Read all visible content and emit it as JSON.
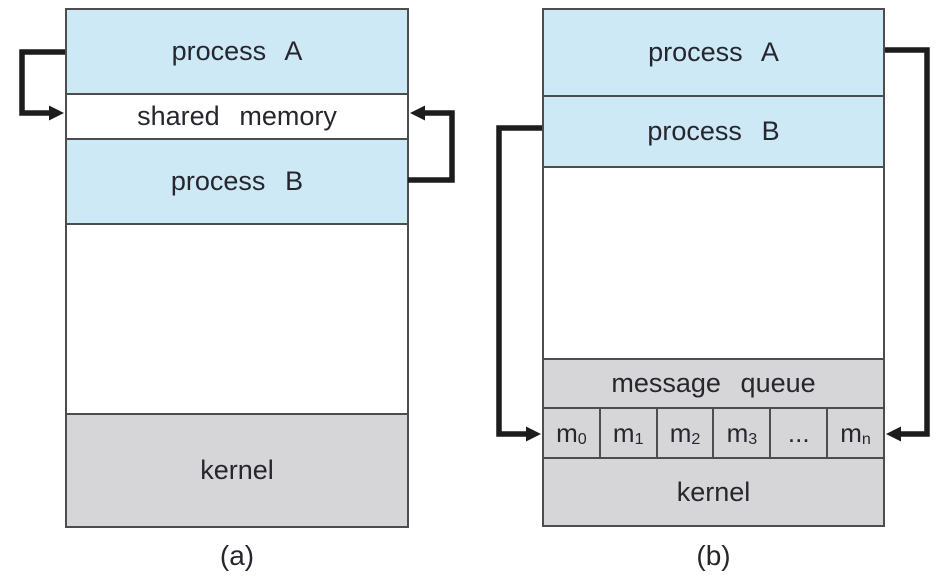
{
  "figure": {
    "panel_a": {
      "bands": {
        "process_a": "process A",
        "shared_memory": "shared memory",
        "process_b": "process B",
        "kernel": "kernel"
      },
      "caption": "(a)"
    },
    "panel_b": {
      "bands": {
        "process_a": "process A",
        "process_b": "process B",
        "message_queue": "message queue",
        "kernel": "kernel"
      },
      "queue_cells": [
        {
          "base": "m",
          "sub": "0"
        },
        {
          "base": "m",
          "sub": "1"
        },
        {
          "base": "m",
          "sub": "2"
        },
        {
          "base": "m",
          "sub": "3"
        },
        {
          "base": "...",
          "sub": ""
        },
        {
          "base": "m",
          "sub": "n"
        }
      ],
      "caption": "(b)"
    },
    "colors": {
      "process_fill": "#cde9f6",
      "kernel_fill": "#d6d6d8",
      "border": "#4d4d4d",
      "arrow": "#1c1c1c",
      "text": "#26262e"
    }
  }
}
